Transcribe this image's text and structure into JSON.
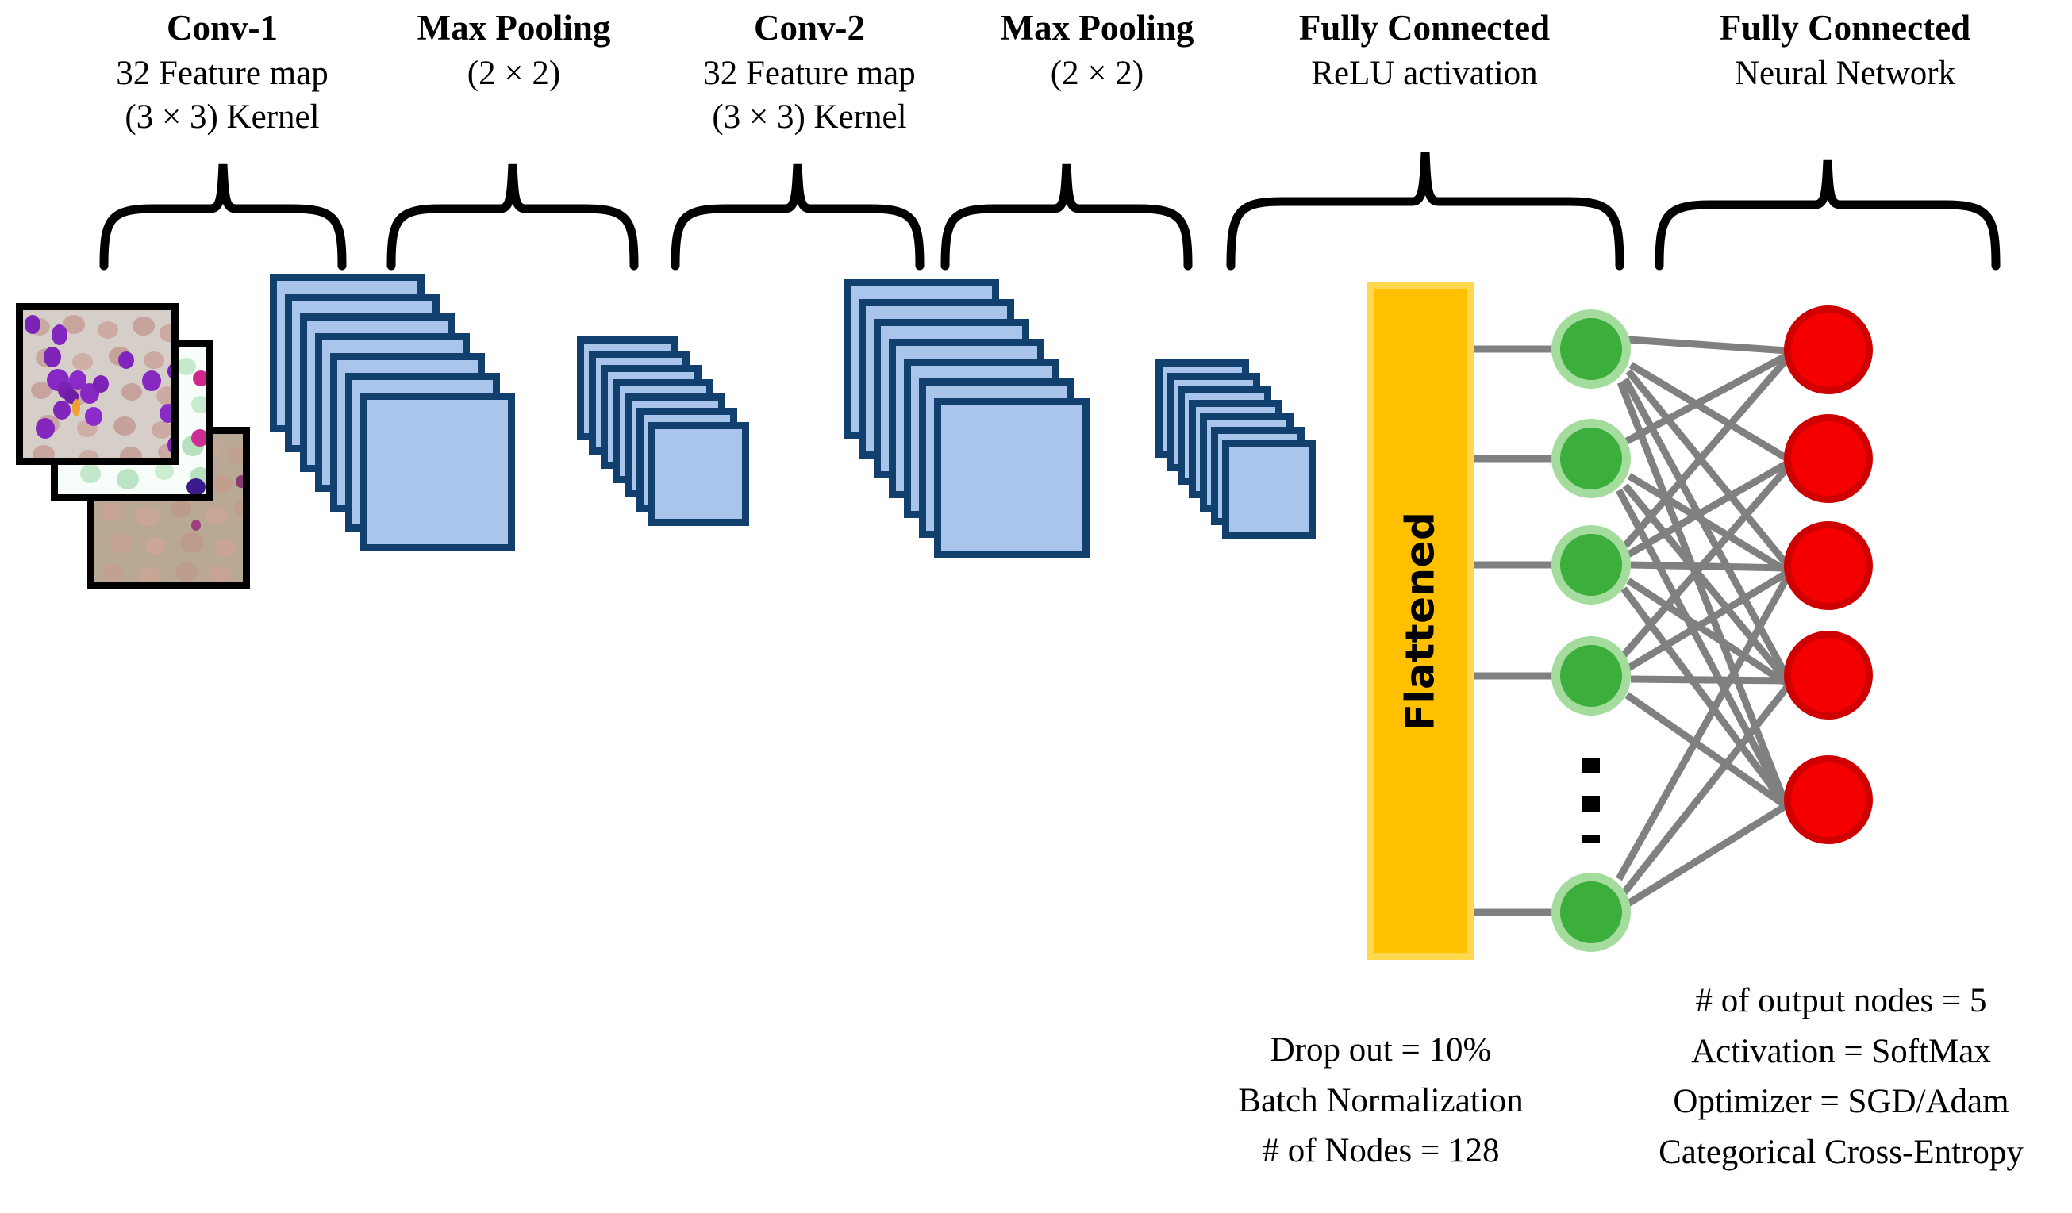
{
  "diagram": {
    "title": "CNN architecture for blood-smear image classification",
    "type": "cnn-architecture"
  },
  "columns": [
    {
      "name": "conv-1",
      "title": "Conv-1",
      "sub1": "32 Feature map",
      "sub2": "(3 × 3) Kernel"
    },
    {
      "name": "max-pooling-1",
      "title": "Max Pooling",
      "sub1": "(2 × 2)",
      "sub2": ""
    },
    {
      "name": "conv-2",
      "title": "Conv-2",
      "sub1": "32 Feature map",
      "sub2": "(3 × 3) Kernel"
    },
    {
      "name": "max-pooling-2",
      "title": "Max Pooling",
      "sub1": "(2 × 2)",
      "sub2": ""
    },
    {
      "name": "fc-1",
      "title": "Fully Connected",
      "sub1": "ReLU activation",
      "sub2": ""
    },
    {
      "name": "fc-2",
      "title": "Fully Connected",
      "sub1": "Neural Network",
      "sub2": ""
    }
  ],
  "flattened": {
    "label": "Flattened"
  },
  "notes": {
    "dense_layer": [
      "Drop out = 10%",
      "Batch Normalization",
      "# of Nodes = 128"
    ],
    "output_layer": [
      "# of output nodes = 5",
      "Activation = SoftMax",
      "Optimizer = SGD/Adam",
      "Categorical Cross-Entropy"
    ]
  },
  "layers": {
    "input": {
      "name": "input-images",
      "count": 3,
      "description": "blood smear microscopy patches"
    },
    "conv1": {
      "name": "conv1-feature-maps",
      "cards": 7,
      "feature_maps": 32,
      "kernel": "3 x 3"
    },
    "pool1": {
      "name": "pool1-feature-maps",
      "cards": 7,
      "pool": "2 x 2"
    },
    "conv2": {
      "name": "conv2-feature-maps",
      "cards": 7,
      "feature_maps": 32,
      "kernel": "3 x 3"
    },
    "pool2": {
      "name": "pool2-feature-maps",
      "cards": 7,
      "pool": "2 x 2"
    },
    "dense": {
      "name": "dense-nodes",
      "visible_nodes": 5,
      "nodes": 128
    },
    "output": {
      "name": "output-nodes",
      "nodes": 5
    }
  },
  "colors": {
    "feature_map_fill": "#AAC5EB",
    "feature_map_border": "#11406F",
    "flatten_fill": "#FFC000",
    "flatten_border": "#FFD84D",
    "dense_node": "#3CAE3C",
    "dense_node_ring": "#A3DC9C",
    "output_node": "#F40000",
    "output_node_ring": "#CF0000",
    "edge": "#808080",
    "text": "#000000"
  }
}
